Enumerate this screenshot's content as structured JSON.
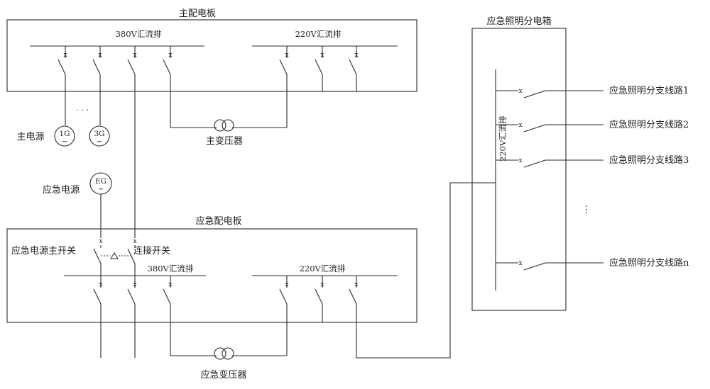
{
  "main_board": {
    "title": "主配电板",
    "bus_380": "380V汇流排",
    "bus_220": "220V汇流排",
    "transformer": "主变压器",
    "main_power_label": "主电源",
    "gen_1": "1G",
    "gen_3": "3G",
    "ellipsis": "· · ·"
  },
  "emergency_power": {
    "label": "应急电源",
    "gen": "EG"
  },
  "emergency_board": {
    "title": "应急配电板",
    "main_switch": "应急电源主开关",
    "link_switch": "连接开关",
    "bus_380": "380V汇流排",
    "bus_220": "220V汇流排",
    "transformer": "应急变压器"
  },
  "lighting_box": {
    "title": "应急照明分电箱",
    "bus": "220V汇流排",
    "branches": [
      "应急照明分支线路1",
      "应急照明分支线路2",
      "应急照明分支线路3",
      "应急照明分支线路n"
    ],
    "ellipsis": "⋮"
  }
}
